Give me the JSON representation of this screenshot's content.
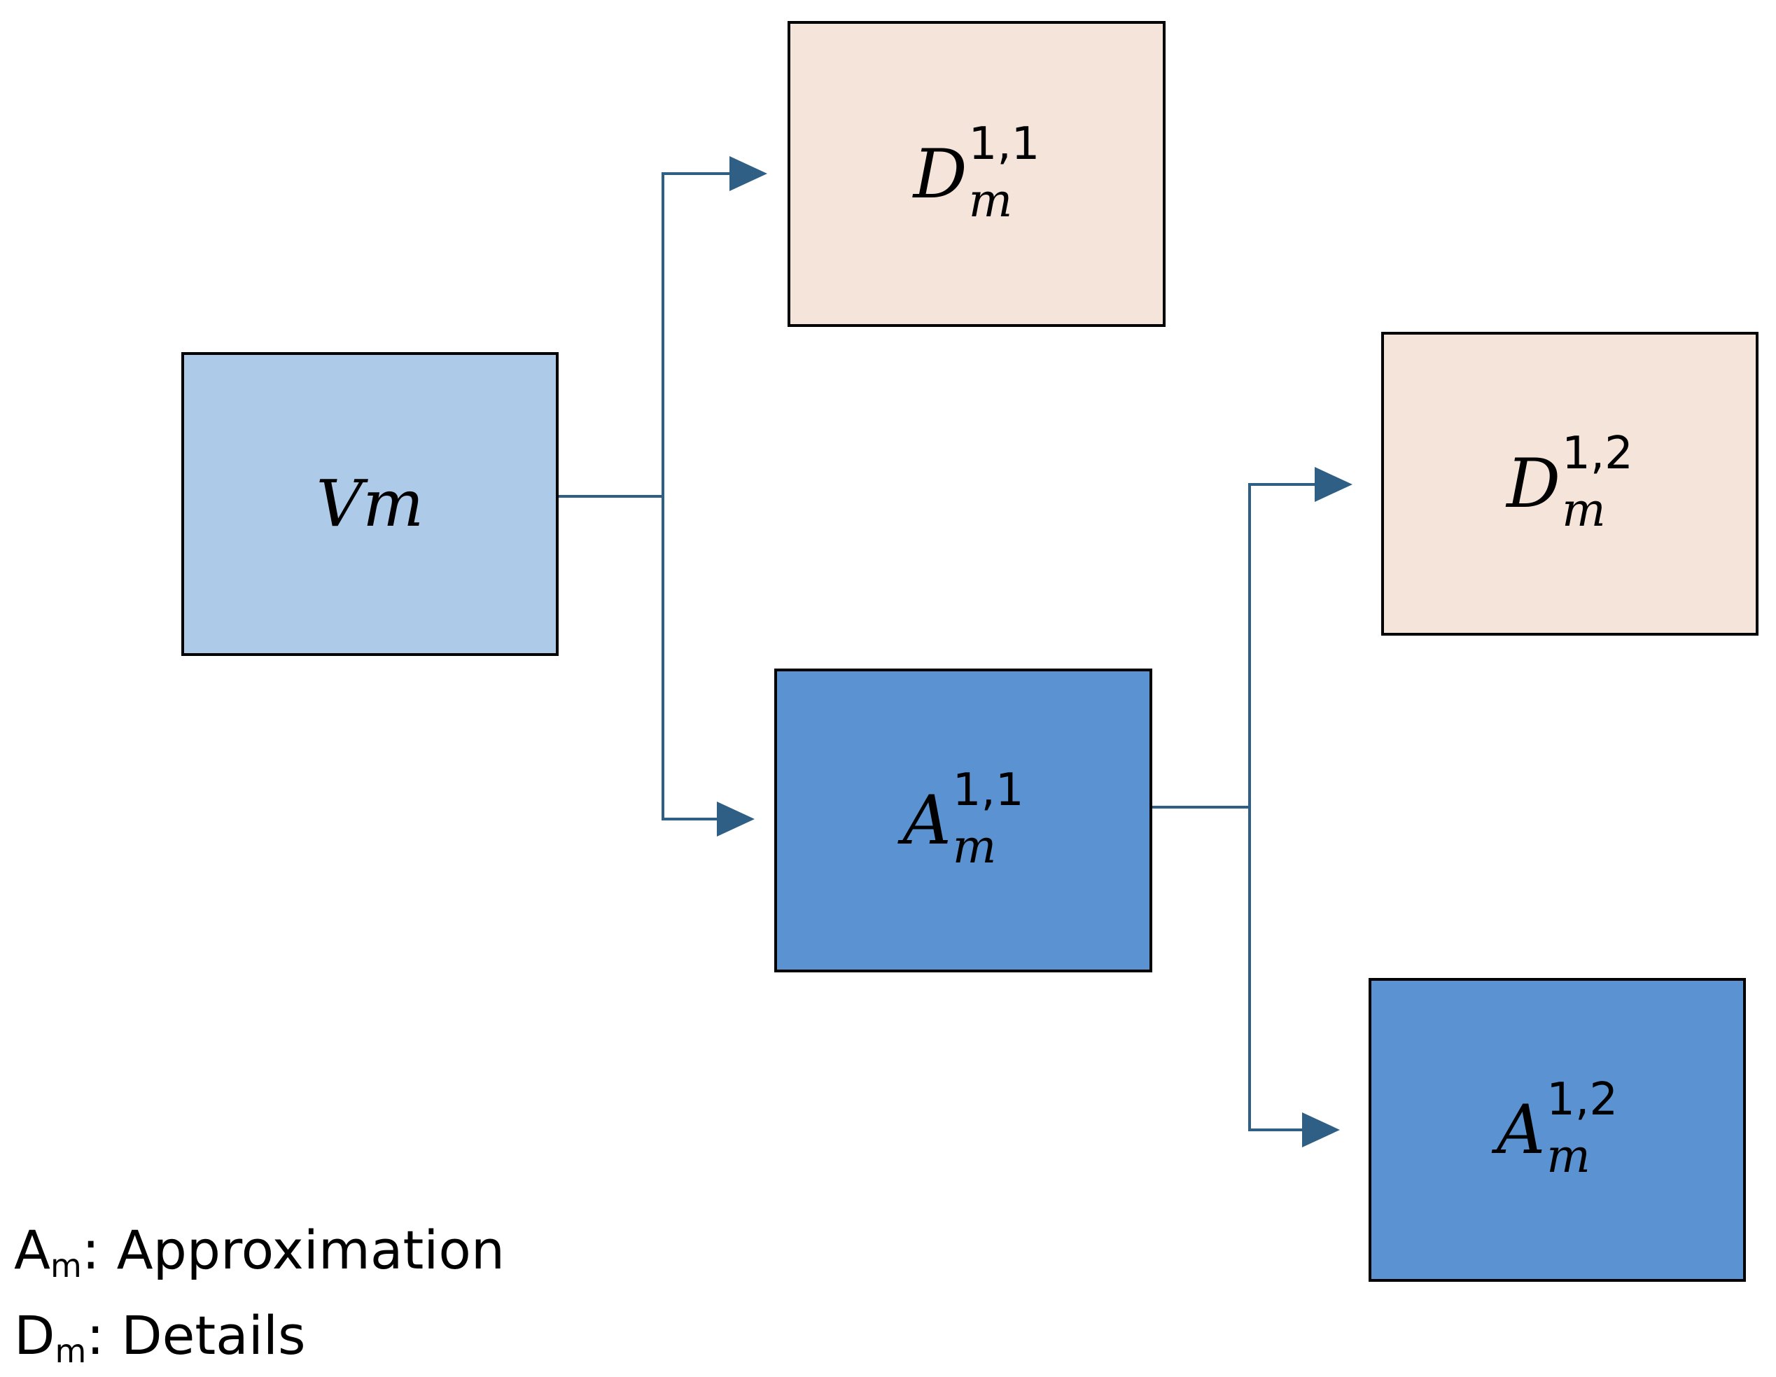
{
  "colors": {
    "approximation_fill": "#5b93d2",
    "details_fill": "#f5e4d9",
    "input_fill": "#adcbe9",
    "connector": "#2f5f84",
    "border": "#000000"
  },
  "nodes": {
    "vm": {
      "text": "Vm"
    },
    "d11": {
      "base": "D",
      "sup": "1,1",
      "sub": "m"
    },
    "a11": {
      "base": "A",
      "sup": "1,1",
      "sub": "m"
    },
    "d12": {
      "base": "D",
      "sup": "1,2",
      "sub": "m"
    },
    "a12": {
      "base": "A",
      "sup": "1,2",
      "sub": "m"
    }
  },
  "legend": {
    "approximation": {
      "letter": "A",
      "sub": "m",
      "text": ": Approximation"
    },
    "details": {
      "letter": "D",
      "sub": "m",
      "text": ": Details"
    }
  }
}
